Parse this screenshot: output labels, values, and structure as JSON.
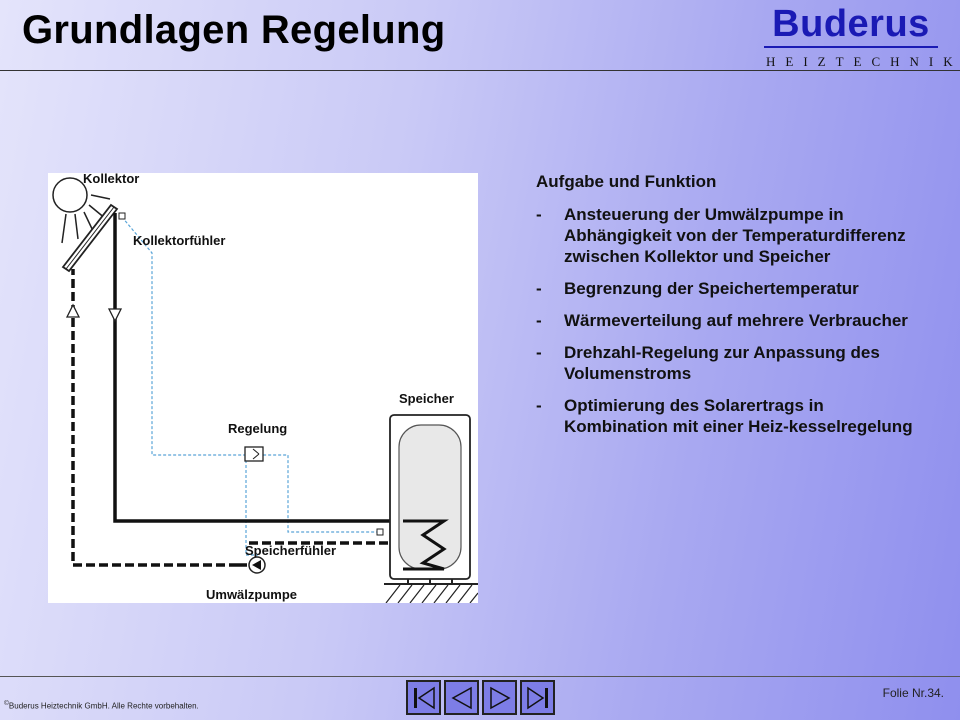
{
  "slide": {
    "title": "Grundlagen Regelung",
    "folie": "Folie Nr.34.",
    "copyright": "Buderus Heiztechnik GmbH. Alle Rechte vorbehalten.",
    "copyright_mark": "©"
  },
  "logo": {
    "name": "Buderus",
    "subtitle": "HEIZTECHNIK"
  },
  "diagram": {
    "labels": {
      "kollektor": "Kollektor",
      "kollektorfuehler": "Kollektorfühler",
      "speicher": "Speicher",
      "regelung": "Regelung",
      "speicherfuehler": "Speicherfühler",
      "umwaelzpumpe": "Umwälzpumpe"
    }
  },
  "info": {
    "heading": "Aufgabe und Funktion",
    "dash": "-",
    "items": [
      "Ansteuerung der Umwälzpumpe in Abhängigkeit von der Temperaturdifferenz zwischen Kollektor und Speicher",
      "Begrenzung der Speichertemperatur",
      "Wärmeverteilung auf mehrere Verbraucher",
      "Drehzahl-Regelung zur Anpassung des Volumenstroms",
      "Optimierung des Solarertrags in Kombination mit einer Heiz-kesselregelung"
    ]
  },
  "nav": {
    "buttons": [
      {
        "id": "first",
        "icon": "first-slide-icon"
      },
      {
        "id": "prev",
        "icon": "previous-slide-icon"
      },
      {
        "id": "next",
        "icon": "next-slide-icon"
      },
      {
        "id": "last",
        "icon": "last-slide-icon"
      }
    ]
  },
  "colors": {
    "brand": "#1a1ab4",
    "nav_button": "#7d7de6",
    "sensor_line": "#5aa5d8",
    "pipe": "#111111"
  }
}
